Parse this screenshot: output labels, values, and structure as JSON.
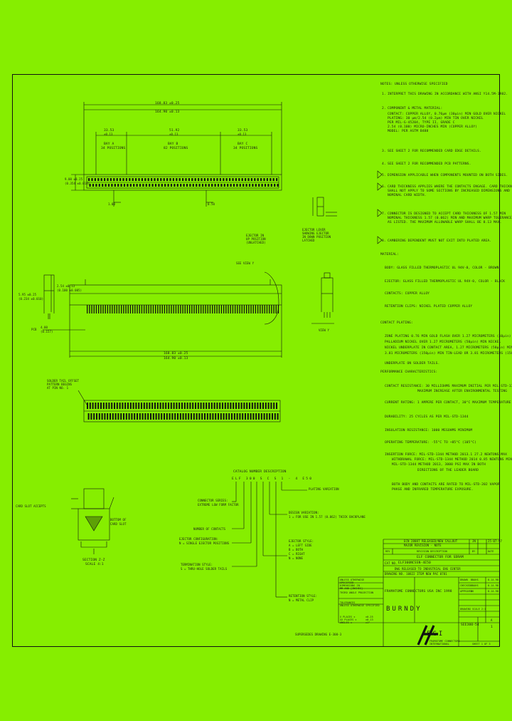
{
  "colors": {
    "background": "#86ee00",
    "ink": "#1a1a1a"
  },
  "notes": {
    "header": "NOTES: UNLESS OTHERWISE SPECIFIED",
    "items": [
      {
        "n": "1.",
        "text": "INTERPRET THIS DRAWING IN ACCORDANCE WITH ANSI Y14.5M-1982."
      },
      {
        "n": "2.",
        "text": "COMPONENT & METAL MATERIAL:"
      },
      {
        "n": "",
        "text": "CONTACT: COPPER ALLOY, 0.76μm (30μin) MIN GOLD OVER NICKEL"
      },
      {
        "n": "",
        "text": "PLATING: 30 μm/2.54 (0.2μm) MIN TIN OVER NICKEL"
      },
      {
        "n": "",
        "text": "PER MIL-G-45204, TYPE II, GRADE C"
      },
      {
        "n": "",
        "text": "2.54 (0.100) MICRO-INCHES MIN (COPPER ALLOY)"
      },
      {
        "n": "",
        "text": "MODEL: PER ASTM B488"
      },
      {
        "n": "3.",
        "text": "SEE SHEET 2 FOR RECOMMENDED CARD EDGE DETAILS."
      },
      {
        "n": "4.",
        "text": "SEE SHEET 2 FOR RECOMMENDED PCB PATTERNS."
      },
      {
        "n": "5.",
        "text": "DIMENSION APPLICABLE WHEN COMPONENTS MOUNTED ON BOTH SIDES."
      },
      {
        "n": "6.",
        "text": "CARD THICKNESS APPLIES WHERE THE CONTACTS ENGAGE. CARD THICKNESS"
      },
      {
        "n": "",
        "text": "SHALL NOT APPLY TO SOME SECTIONS BY INCREASED DIMENSIONS AND"
      },
      {
        "n": "",
        "text": "NOMINAL CARD WIDTH."
      },
      {
        "n": "7.",
        "text": "CONNECTOR IS DESIGNED TO ACCEPT CARD THICKNESS OF 1.57 MIN"
      },
      {
        "n": "",
        "text": "NOMINAL THICKNESS 1.57 (0.062) MIN AND MAXIMUM WARP TOLERANCES"
      },
      {
        "n": "",
        "text": "AS LISTED. THE MAXIMUM ALLOWABLE WARP SHALL BE 0.13 MAX."
      },
      {
        "n": "8.",
        "text": "CAMBERING DEPENDENT MUST NOT EXIT INTO PLATED AREA."
      }
    ],
    "materials_header": "MATERIAL:",
    "materials": [
      "BODY: GLASS FILLED THERMOPLASTIC UL 94V-0, COLOR - BROWN",
      "EJECTOR: GLASS FILLED THERMOPLASTIC UL 94V-0, COLOR - BLACK",
      "CONTACTS: COPPER ALLOY",
      "RETENTION CLIPS: NICKEL PLATED COPPER ALLOY"
    ],
    "plating_header": "CONTACT PLATING:",
    "plating": [
      "ZONE PLATING 0.76 MIN GOLD FLASH OVER 1.27 MICROMETERS (50μin) MIN NICKEL",
      "PALLADIUM NICKEL OVER 1.27 MICROMETERS (50μin) MIN NICKEL",
      "NICKEL UNDERPLATE IN CONTACT AREA, 1.27 MICROMETERS (50μin) MIN",
      "3.81 MICROMETERS (150μin) MIN TIN-LEAD OR 3.81 MICROMETERS (150μin) MIN",
      "UNDERPLATE ON SOLDER TAILS."
    ],
    "performance_header": "PERFORMANCE CHARACTERISTICS:",
    "performance": [
      "CONTACT RESISTANCE: 30 MILLIOHMS MAXIMUM INITIAL PER MIL-STD-1344",
      "MAXIMUM INCREASE AFTER ENVIRONMENTAL TESTING",
      "CURRENT RATING: 1 AMPERE PER CONTACT, 30°C MAXIMUM TEMPERATURE RISE",
      "DURABILITY: 25 CYCLES AS PER MIL-STD-1344",
      "INSULATION RESISTANCE: 1000 MEGOHMS MINIMUM",
      "OPERATING TEMPERATURE: -55°C TO +85°C (105°C)",
      "INSERTION FORCE: MIL-STD-1344 METHOD 2013.1 27.2 NEWTONS MAX",
      "WITHDRAWAL FORCE: MIL-STD-1344 METHOD 2014 0.85 NEWTONS MIN",
      "MIL-STD-1344 METHOD 2013, 3000 PSI MAX IN BOTH",
      "DIRECTIONS OF THE LEADER BOARD",
      "BOTH BODY AND CONTACTS ARE RATED TO MIL-STD-202 VAPOR",
      "PHASE AND INFRARED TEMPERATURE EXPOSURE."
    ]
  },
  "drawing": {
    "dims_top": [
      "168.83 ±0.25",
      "164.90 ±0.13",
      "33.53",
      "±0.13",
      "51.92",
      "±0.13",
      "33.53",
      "±0.13"
    ],
    "bay_labels": [
      "BAY A",
      "BAY B",
      "BAY C"
    ],
    "bay_positions": [
      "34 POSITIONS",
      "82 POSITIONS",
      "34 POSITIONS"
    ],
    "left_dims": [
      "9.00 ±0.25",
      "(0.354 ±0.010)"
    ],
    "pitch": "1.00",
    "pitch2": "0.50",
    "right_callout": [
      "EJECTOR LEVER",
      "SHOWING EJECTOR",
      "IN DOWN POSITION",
      "LATCHED"
    ],
    "ejector_callout": [
      "EJECTOR IN",
      "UP POSITION",
      "(UNLATCHED)"
    ],
    "see_view": "SEE VIEW Y",
    "side_left": [
      "5.95 ±0.25",
      "(0.234 ±0.010)"
    ],
    "side_left2": [
      "2.54 ±0.13",
      "(0.100 ±0.005)"
    ],
    "pcb_label": "PCB",
    "side_bottom": [
      "4.00",
      "(0.157)"
    ],
    "side_dims_bottom": [
      "168.83 ±0.25",
      "164.90 ±0.13"
    ],
    "view_y": [
      "VIEW Y"
    ],
    "tail_callout": [
      "SOLDER TAIL OFFSET",
      "PATTERN BEGINS",
      "AT PIN NO. 1"
    ],
    "section": [
      "SECTION Z-Z",
      "SCALE 4:1"
    ],
    "section_notes": [
      "CARD SLOT ACCEPTS",
      "BOTTOM OF",
      "CARD SLOT"
    ],
    "pn_header": "CATALOG NUMBER DESCRIPTION",
    "pn_code": "ELF 300 S C S 1 - 4 E50",
    "pn_items": [
      "CONNECTOR SERIES:",
      "EXTREME LOW FORM FACTOR",
      "NUMBER OF CONTACTS",
      "EJECTOR CONFIGURATION:",
      "N = SINGLE EJECTOR POSITIONS",
      "TERMINATION STYLE:",
      "S = THRU-HOLE SOLDER TAILS",
      "PLATING VARIATION",
      "DESIGN VARIATION:",
      "1 = FOR USE IN 1.57 (0.062) THICK BACKPLANE",
      "EJECTOR STYLE:",
      "A = LEFT SIDE",
      "B = BOTH",
      "C = RIGHT",
      "N = NONE",
      "RETENTION STYLE:",
      "N = METAL CLIP"
    ],
    "supersedes": "SUPERSEDES DRAWING E-300-3"
  },
  "title_block": {
    "rev_rows": [
      {
        "rev": "",
        "desc": "ECN 28087  RELEASED/NEW CALLOUT",
        "by": "JN",
        "date": "25-07-97"
      },
      {
        "rev": "",
        "desc": "MAJOR REVISION - NOTE",
        "by": "",
        "date": ""
      }
    ],
    "rev_hdr": [
      "REV",
      "REVISION DESCRIPTION",
      "BY",
      "DATE"
    ],
    "title": "ELF CONNECTOR FOR SDRAM",
    "cat_no_label": "CAT NO.",
    "cat_no": "ELF300NCSSN-4E50",
    "drawn_rel": "DWG RELEASED TO INDUSTRIAL ENG CENTER",
    "dwg_no_line": "DRAWING NO. 10822  ITEM NEW  PAC 0781",
    "company_line": "FRAMATOME CONNECTORS USA INC 1998",
    "brand": "BURNDY",
    "fci": "FCI",
    "fci_sub": [
      "FRAMATOME CONNECTORS",
      "INTERNATIONAL"
    ],
    "left_labels": [
      "UNLESS OTHERWISE",
      "SPECIFIED",
      "DIMENSIONS IN",
      "MM AND [INCHES]",
      "THIRD ANGLE PROJECTION",
      "TOLERANCES",
      "UNLESS OTHERWISE SPECIFIED",
      "X PLACES  ±",
      "XX PLACES  ±",
      "ANGLES ±"
    ],
    "tol_vals": [
      "±0.25",
      "±0.13",
      "±1°"
    ],
    "scale": "DRAWING SCALE 2:1",
    "drawn": [
      "DRAWN",
      "BBAHS",
      "8-14-98"
    ],
    "checked": [
      "CHECKED",
      "BBAHS",
      "8-14-98"
    ],
    "approved": [
      "APPROVED",
      "DK",
      "8-14-98"
    ],
    "dwg_no": "SEE300-54",
    "sheet": "SHEET 1 OF 3",
    "size": "A",
    "rev_letter": "1"
  }
}
